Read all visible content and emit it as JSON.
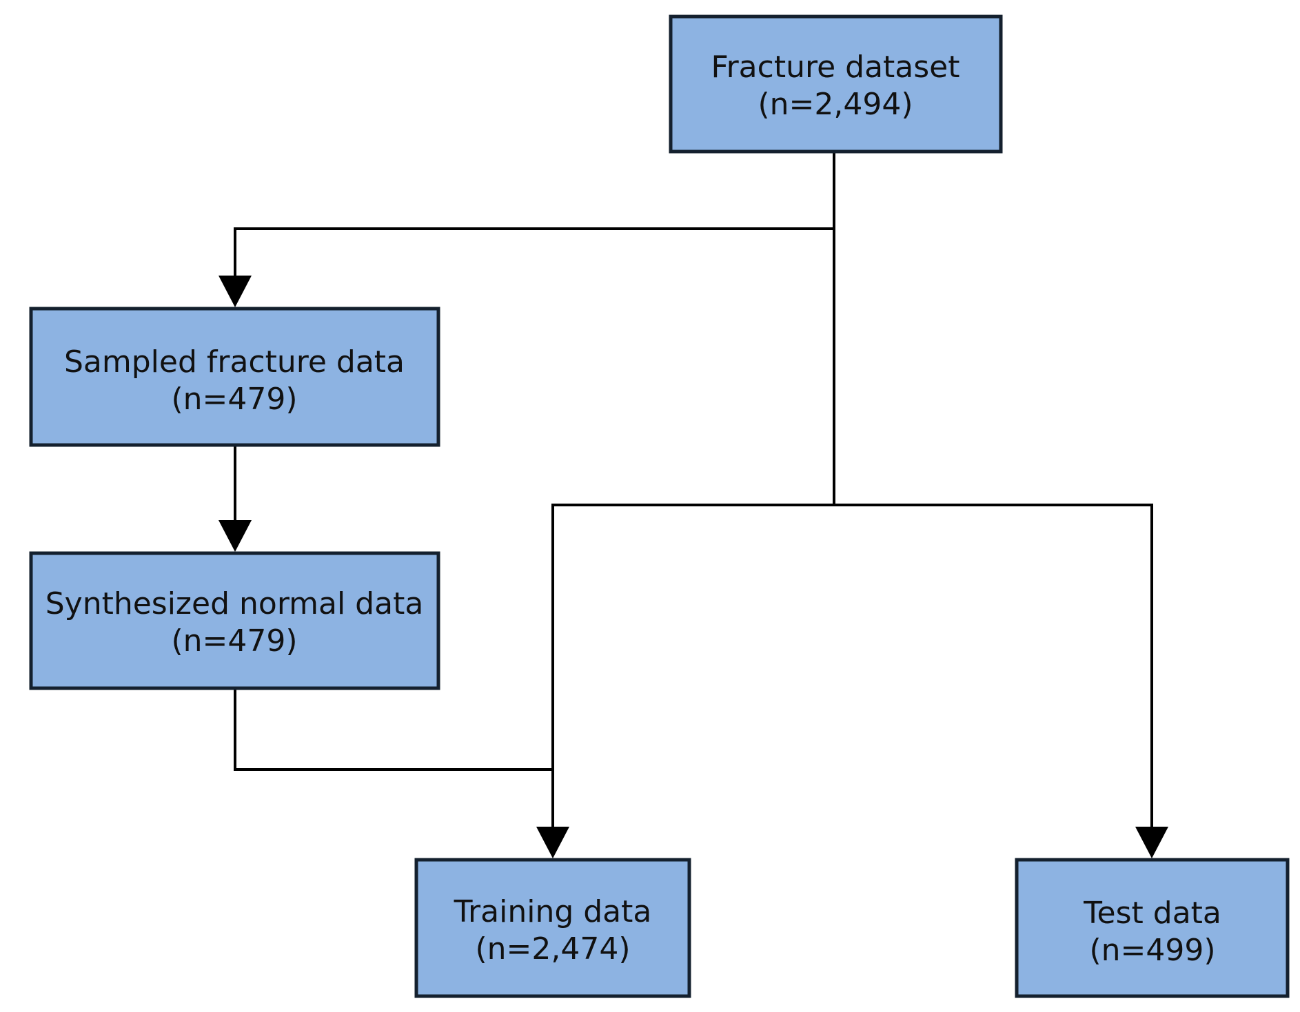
{
  "nodes": {
    "fracture_dataset": {
      "title": "Fracture dataset",
      "count": "(n=2,494)"
    },
    "sampled_fracture": {
      "title": "Sampled fracture data",
      "count": "(n=479)"
    },
    "synthesized_normal": {
      "title": "Synthesized normal data",
      "count": "(n=479)"
    },
    "training": {
      "title": "Training data",
      "count": "(n=2,474)"
    },
    "test": {
      "title": "Test data",
      "count": "(n=499)"
    }
  },
  "colors": {
    "box_fill": "#8db3e2",
    "box_border": "#14202e",
    "connector": "#000000"
  }
}
